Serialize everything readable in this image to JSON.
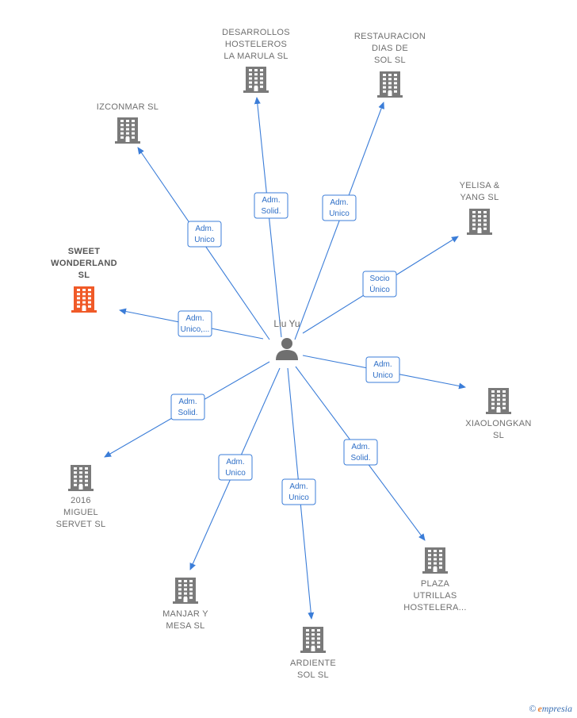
{
  "center": {
    "name": "Liu Yu"
  },
  "companies": [
    {
      "id": "desarrollos",
      "lines": [
        "DESARROLLOS",
        "HOSTELEROS",
        "LA MARULA  SL"
      ],
      "highlight": false
    },
    {
      "id": "restauracion",
      "lines": [
        "RESTAURACION",
        "DIAS DE",
        "SOL  SL"
      ],
      "highlight": false
    },
    {
      "id": "izconmar",
      "lines": [
        "IZCONMAR  SL"
      ],
      "highlight": false
    },
    {
      "id": "yelisa",
      "lines": [
        "YELISA &",
        "YANG SL"
      ],
      "highlight": false
    },
    {
      "id": "sweet",
      "lines": [
        "SWEET",
        "WONDERLAND",
        "SL"
      ],
      "highlight": true
    },
    {
      "id": "xiaolongkan",
      "lines": [
        "XIAOLONGKAN",
        "SL"
      ],
      "highlight": false
    },
    {
      "id": "miguel",
      "lines": [
        "2016",
        "MIGUEL",
        "SERVET  SL"
      ],
      "highlight": false
    },
    {
      "id": "plaza",
      "lines": [
        "PLAZA",
        "UTRILLAS",
        "HOSTELERA..."
      ],
      "highlight": false
    },
    {
      "id": "manjar",
      "lines": [
        "MANJAR Y",
        "MESA  SL"
      ],
      "highlight": false
    },
    {
      "id": "ardiente",
      "lines": [
        "ARDIENTE",
        "SOL  SL"
      ],
      "highlight": false
    }
  ],
  "relations": [
    {
      "target": "desarrollos",
      "role": [
        "Adm.",
        "Solid."
      ]
    },
    {
      "target": "restauracion",
      "role": [
        "Adm.",
        "Unico"
      ]
    },
    {
      "target": "izconmar",
      "role": [
        "Adm.",
        "Unico"
      ]
    },
    {
      "target": "yelisa",
      "role": [
        "Socio",
        "Único"
      ]
    },
    {
      "target": "sweet",
      "role": [
        "Adm.",
        "Unico,..."
      ]
    },
    {
      "target": "xiaolongkan",
      "role": [
        "Adm.",
        "Unico"
      ]
    },
    {
      "target": "miguel",
      "role": [
        "Adm.",
        "Solid."
      ]
    },
    {
      "target": "plaza",
      "role": [
        "Adm.",
        "Solid."
      ]
    },
    {
      "target": "manjar",
      "role": [
        "Adm.",
        "Unico"
      ]
    },
    {
      "target": "ardiente",
      "role": [
        "Adm.",
        "Unico"
      ]
    }
  ],
  "colors": {
    "edge": "#3b7dd8",
    "building": "#7a7a7a",
    "building_highlight": "#f05a28",
    "person": "#6f6f6f"
  },
  "icons": {
    "company": "building-icon",
    "person": "person-icon"
  },
  "footer": {
    "copyright": "©",
    "brand_initial": "e",
    "brand_rest": "mpresia"
  }
}
